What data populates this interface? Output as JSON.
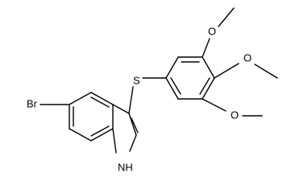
{
  "molecule": {
    "atoms": {
      "br": "Br",
      "s": "S",
      "nh": "NH",
      "o1": "O",
      "o2": "O",
      "o3": "O"
    }
  },
  "colors": {
    "bond": "#000000",
    "background": "#ffffff"
  }
}
